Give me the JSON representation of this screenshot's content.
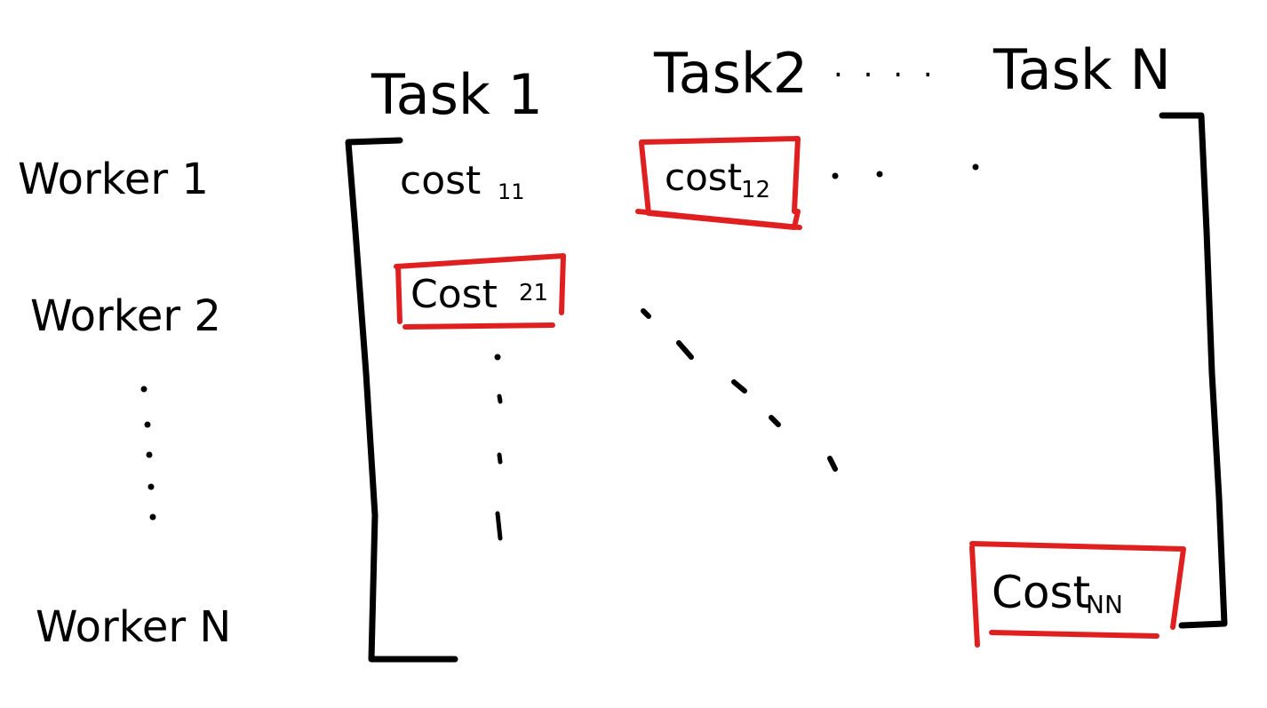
{
  "columns": [
    "Task 1",
    "Task2",
    "Task N"
  ],
  "column_ellipsis": ". . . .",
  "rows": [
    "Worker 1",
    "Worker 2",
    "Worker N"
  ],
  "cells": {
    "c11": {
      "base": "cost",
      "sub": "11"
    },
    "c12": {
      "base": "cost",
      "sub": "12"
    },
    "c21": {
      "base": "Cost",
      "sub": "21"
    },
    "cnn": {
      "base": "Cost",
      "sub": "NN"
    }
  },
  "colors": {
    "ink": "#000000",
    "highlight": "#e02020"
  }
}
